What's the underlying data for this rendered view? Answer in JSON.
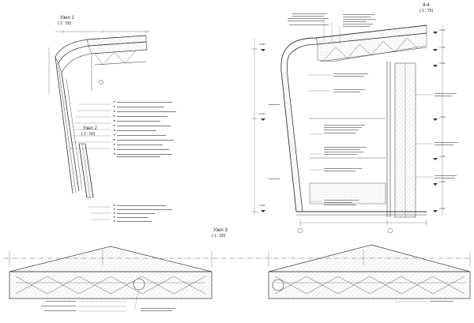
{
  "views": {
    "uzel1": {
      "title": "Узел 1",
      "scale": "( 1 : 50)"
    },
    "uzel2": {
      "title": "Узел 2",
      "scale": "( 1 : 50)"
    },
    "uzel3": {
      "title": "Узел 3",
      "scale": "( 1 : 50)"
    },
    "section": {
      "title": "4-4",
      "scale": "( 1 : 75)"
    }
  },
  "elevations": {
    "right": [
      "+8.800",
      "+7.900",
      "+6.900",
      "+4.500",
      "+2.700",
      "+2.000",
      "+0.000"
    ],
    "left": [
      "+8.500",
      "+6.000",
      "+0.000"
    ]
  }
}
